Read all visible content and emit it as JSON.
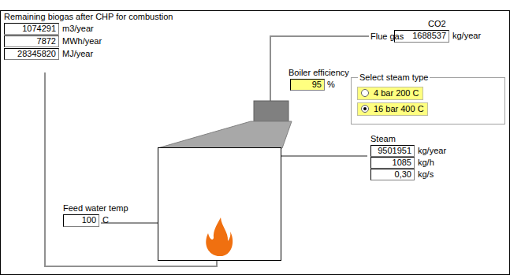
{
  "diagram": {
    "nodes": [
      {
        "text": [
          "1074291"
        ]
      },
      {
        "text": [
          "7872"
        ]
      },
      {
        "text": [
          "28345820"
        ]
      },
      {
        "text": [
          "1688537"
        ]
      },
      {
        "text": [
          "95"
        ]
      },
      {
        "text": [
          "Select steam type"
        ]
      },
      {
        "text": [
          "4 bar 200 C"
        ],
        "in": 5
      },
      {
        "text": [
          "16 bar 400 C"
        ],
        "in": 5
      },
      {
        "text": [
          "9501951"
        ]
      },
      {
        "text": [
          "1085"
        ]
      },
      {
        "text": [
          "0,30"
        ]
      },
      {
        "text": [
          "100"
        ]
      }
    ],
    "labels": [
      "Remaining biogas after CHP for combustion",
      "m3/year",
      "MWh/year",
      "MJ/year",
      "CO2",
      "Flue gas",
      "kg/year",
      "Boiler efficiency",
      "%",
      "Steam",
      "kg/year",
      "kg/h",
      "kg/s",
      "Feed water temp",
      "C"
    ]
  }
}
